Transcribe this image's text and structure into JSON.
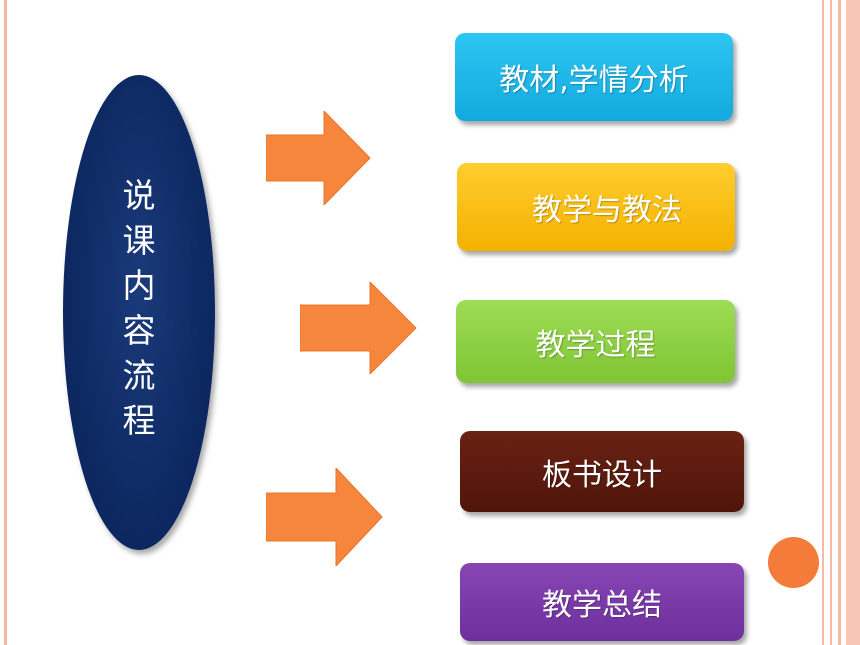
{
  "central": {
    "label_chars": [
      "说",
      "课",
      "内",
      "容",
      "流",
      "程"
    ],
    "color": "#0e2a63"
  },
  "items": [
    {
      "label": "教材,学情分析",
      "color": "#19b6e8"
    },
    {
      "label": "教学与教法",
      "color": "#f8be0f"
    },
    {
      "label": "教学过程",
      "color": "#8ed042"
    },
    {
      "label": "板书设计",
      "color": "#5c1a0f"
    },
    {
      "label": "教学总结",
      "color": "#7a3aa8"
    }
  ],
  "arrow_color": "#f6863c",
  "dot_color": "#f47b3a",
  "frame_color": "#f6b9a4"
}
